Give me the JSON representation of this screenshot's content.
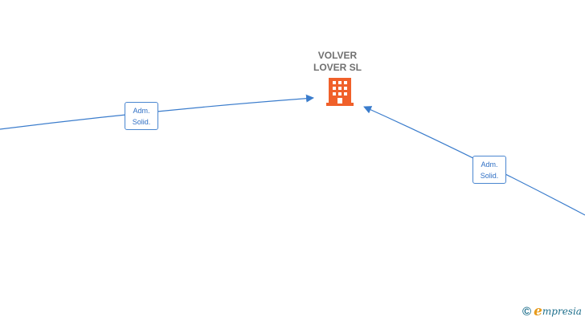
{
  "company": {
    "name_line1": "VOLVER",
    "name_line2": "LOVER  SL",
    "icon": "building-icon",
    "icon_color": "#f0602a"
  },
  "relations": [
    {
      "label_line1": "Adm.",
      "label_line2": "Solid."
    },
    {
      "label_line1": "Adm.",
      "label_line2": "Solid."
    }
  ],
  "colors": {
    "edge": "#3a7ccc",
    "label_text": "#2f6fc4",
    "company_text": "#707070"
  },
  "brand": {
    "copyright": "©",
    "initial": "e",
    "rest": "mpresia"
  }
}
